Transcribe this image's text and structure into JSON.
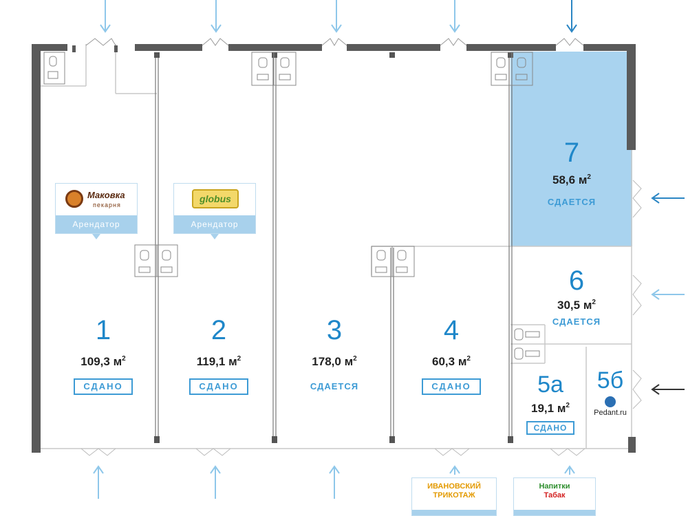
{
  "units": [
    {
      "id": "unit-1",
      "number": "1",
      "area": "109,3",
      "unit": "м",
      "power": "2",
      "status": "СДАНО",
      "status_style": "box"
    },
    {
      "id": "unit-2",
      "number": "2",
      "area": "119,1",
      "unit": "м",
      "power": "2",
      "status": "СДАНО",
      "status_style": "box"
    },
    {
      "id": "unit-3",
      "number": "3",
      "area": "178,0",
      "unit": "м",
      "power": "2",
      "status": "СДАЕТСЯ",
      "status_style": "text"
    },
    {
      "id": "unit-4",
      "number": "4",
      "area": "60,3",
      "unit": "м",
      "power": "2",
      "status": "СДАНО",
      "status_style": "box"
    },
    {
      "id": "unit-5a",
      "number": "5а",
      "area": "19,1",
      "unit": "м",
      "power": "2",
      "status": "СДАНО",
      "status_style": "box"
    },
    {
      "id": "unit-5b",
      "number": "5б",
      "area": "",
      "unit": "",
      "power": "",
      "status": "",
      "status_style": "none"
    },
    {
      "id": "unit-6",
      "number": "6",
      "area": "30,5",
      "unit": "м",
      "power": "2",
      "status": "СДАЕТСЯ",
      "status_style": "text"
    },
    {
      "id": "unit-7",
      "number": "7",
      "area": "58,6",
      "unit": "м",
      "power": "2",
      "status": "СДАЕТСЯ",
      "status_style": "text"
    }
  ],
  "tenant_cards": [
    {
      "brand": "Маковка",
      "brand_sub": "пекарня",
      "caption": "Арендатор"
    },
    {
      "brand": "globus",
      "brand_sub": "",
      "caption": "Арендатор"
    }
  ],
  "external_cards": [
    {
      "line1": "ИВАНОВСКИЙ",
      "line2": "ТРИКОТАЖ"
    },
    {
      "line1": "Напитки",
      "line2": "Табак"
    }
  ],
  "pedant_logo": "Pedant.ru",
  "colors": {
    "highlight_fill": "#a9d3ef",
    "wall": "#5a5a5a",
    "accent": "#1f87c9",
    "arrow_light": "#8ec7ea",
    "arrow_dark": "#333333",
    "trikotazh_line1": "#e39a00",
    "trikotazh_line2": "#e39a00",
    "napitki": "#2f8f2f",
    "tabak": "#d32222"
  }
}
